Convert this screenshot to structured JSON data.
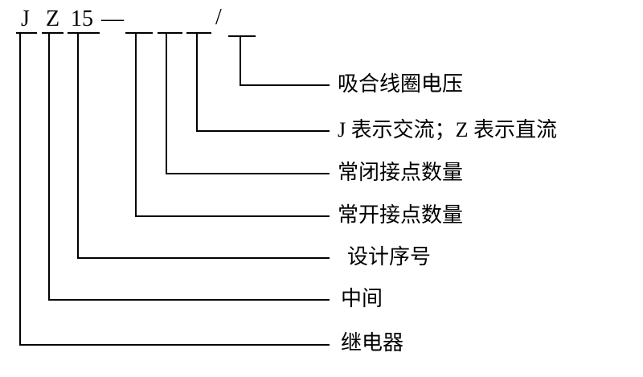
{
  "code": {
    "series_letter": "J",
    "type_letter": "Z",
    "design_number": "15",
    "dash": "—",
    "separator": "/"
  },
  "labels": [
    {
      "key": "coil-voltage",
      "text": "吸合线圈电压"
    },
    {
      "key": "ac-dc-note",
      "text": "J 表示交流；Z 表示直流"
    },
    {
      "key": "nc-contacts",
      "text": "常闭接点数量"
    },
    {
      "key": "no-contacts",
      "text": "常开接点数量"
    },
    {
      "key": "design-serial",
      "text": "设计序号"
    },
    {
      "key": "intermediate",
      "text": "中间"
    },
    {
      "key": "relay",
      "text": "继电器"
    }
  ]
}
